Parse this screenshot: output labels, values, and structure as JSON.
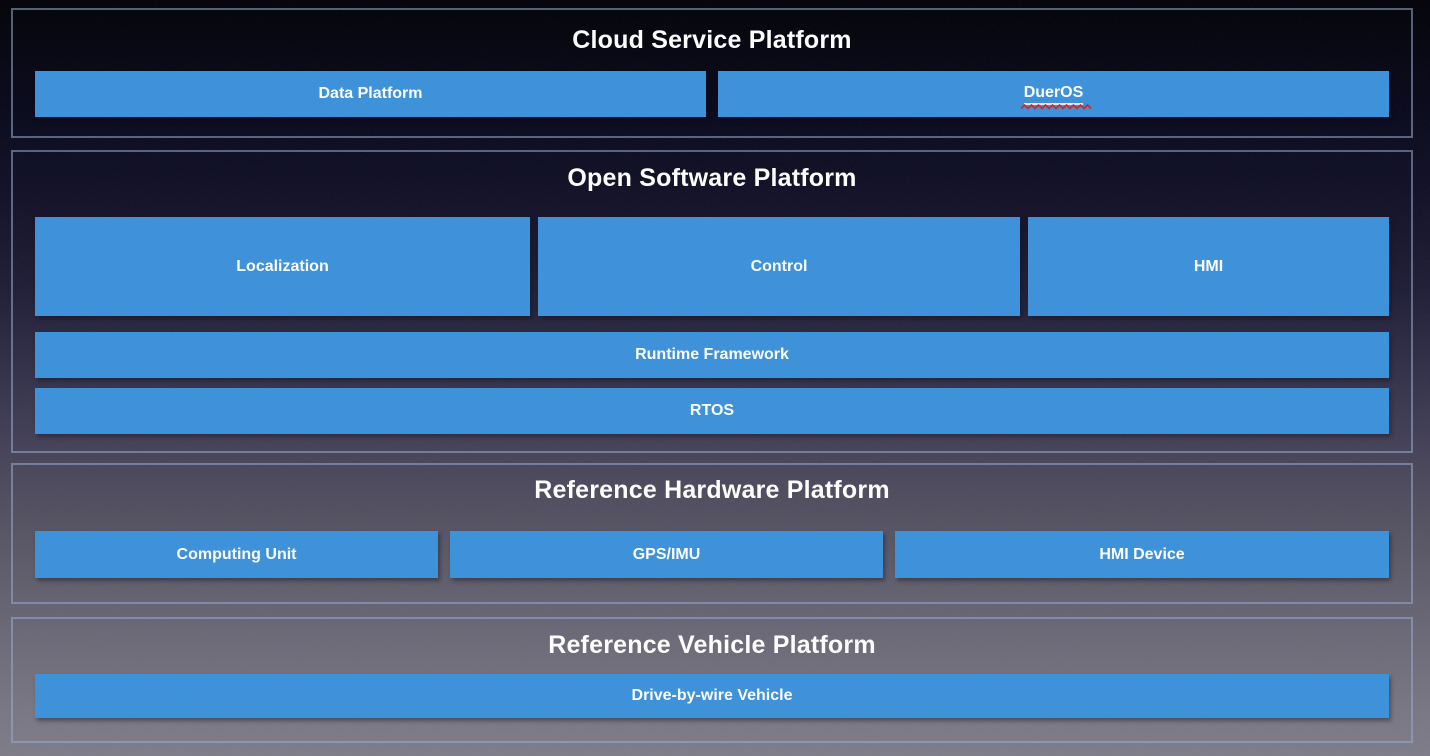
{
  "colors": {
    "box_blue": "#3b91da",
    "section_border": "rgba(152,172,208,0.55)",
    "title_text": "#ffffff",
    "label_text": "#ffffff",
    "spellcheck_red": "#d7201f"
  },
  "sections": [
    {
      "title": "Cloud Service Platform",
      "items": [
        {
          "label": "Data Platform"
        },
        {
          "label": "DuerOS",
          "spellcheck_underline": true
        }
      ]
    },
    {
      "title": "Open Software Platform",
      "modules": [
        {
          "label": "Localization"
        },
        {
          "label": "Control"
        },
        {
          "label": "HMI"
        }
      ],
      "bars": [
        {
          "label": "Runtime Framework"
        },
        {
          "label": "RTOS"
        }
      ]
    },
    {
      "title": "Reference Hardware Platform",
      "items": [
        {
          "label": "Computing Unit"
        },
        {
          "label": "GPS/IMU"
        },
        {
          "label": "HMI Device"
        }
      ]
    },
    {
      "title": "Reference Vehicle Platform",
      "items": [
        {
          "label": "Drive-by-wire Vehicle"
        }
      ]
    }
  ]
}
